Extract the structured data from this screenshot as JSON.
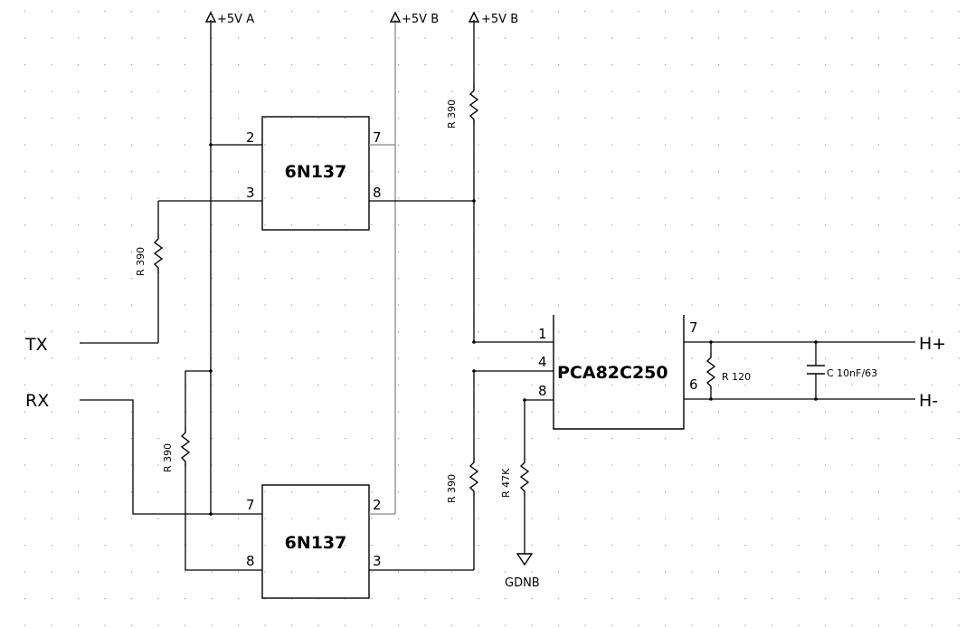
{
  "power": {
    "a": "+5V A",
    "b1": "+5V B",
    "b2": "+5V B"
  },
  "ground": "GDNB",
  "signals": {
    "tx": "TX",
    "rx": "RX",
    "hplus": "H+",
    "hminus": "H-"
  },
  "chips": {
    "opto_top": {
      "name": "6N137",
      "pins": [
        "2",
        "3",
        "7",
        "8"
      ]
    },
    "opto_bottom": {
      "name": "6N137",
      "pins": [
        "7",
        "8",
        "2",
        "3"
      ]
    },
    "transceiver": {
      "name": "PCA82C250",
      "pins": [
        "1",
        "4",
        "8",
        "7",
        "6"
      ]
    }
  },
  "components": {
    "r_top": "R 390",
    "r_tx": "R 390",
    "r_rx": "R 390",
    "r_bottom": "R 390",
    "r_47k": "R 47K",
    "r_120": "R 120",
    "cap": "C 10nF/63"
  }
}
